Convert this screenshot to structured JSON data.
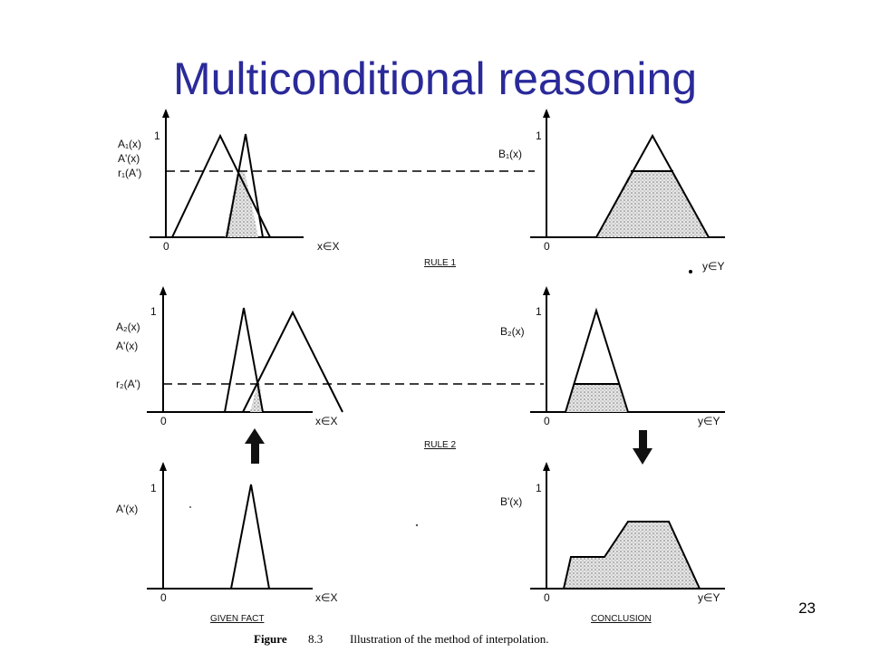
{
  "slide": {
    "title": "Multiconditional reasoning",
    "page_number": "23"
  },
  "figure": {
    "caption_label": "Figure",
    "caption_number": "8.3",
    "caption_text": "Illustration of the method of interpolation.",
    "rule1_label": "RULE 1",
    "rule2_label": "RULE 2",
    "given_fact_label": "GIVEN FACT",
    "conclusion_label": "CONCLUSION",
    "panels": {
      "a1": {
        "one": "1",
        "origin": "0",
        "axis": "x∈X",
        "lbl1": "A₁(x)",
        "lbl2": "A'(x)",
        "lbl3": "r₁(A')"
      },
      "b1": {
        "one": "1",
        "origin": "0",
        "axis": "y∈Y",
        "lbl1": "B₁(x)"
      },
      "a2": {
        "one": "1",
        "origin": "0",
        "axis": "x∈X",
        "lbl1": "A₂(x)",
        "lbl2": "A'(x)",
        "lbl3": "r₂(A')"
      },
      "b2": {
        "one": "1",
        "origin": "0",
        "axis": "y∈Y",
        "lbl1": "B₂(x)"
      },
      "given": {
        "one": "1",
        "origin": "0",
        "axis": "x∈X",
        "lbl1": "A'(x)"
      },
      "conclusion": {
        "one": "1",
        "origin": "0",
        "axis": "y∈Y",
        "lbl1": "B'(x)"
      }
    }
  }
}
